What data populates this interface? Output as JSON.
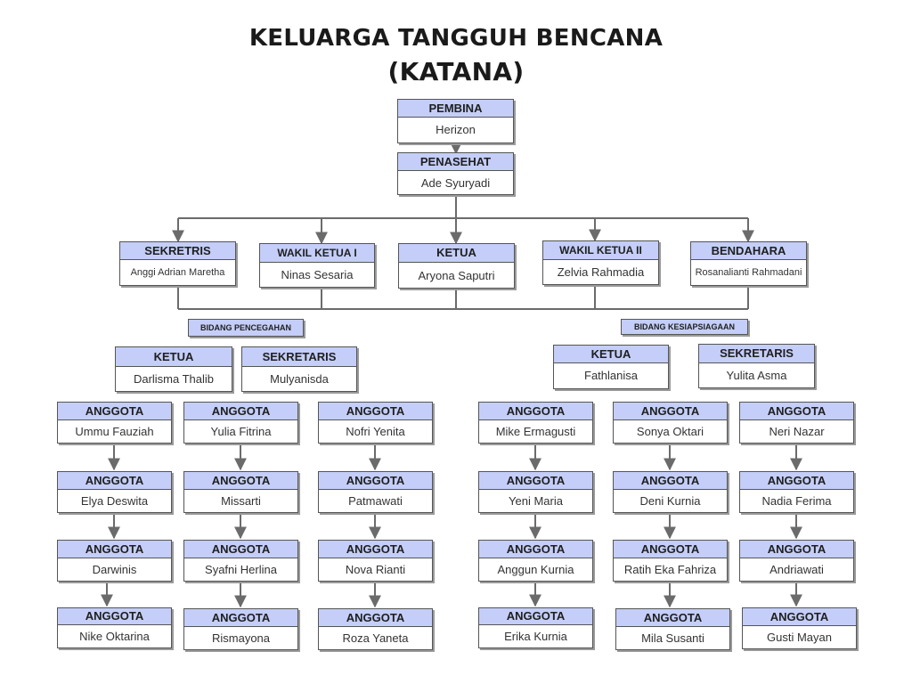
{
  "title_line1": "KELUARGA TANGGUH BENCANA",
  "title_line2": "(KATANA)",
  "colors": {
    "header_fill": "#c4cef8",
    "border": "#555555",
    "connector": "#6b6b6b"
  },
  "pembina": {
    "role": "PEMBINA",
    "name": "Herizon"
  },
  "penasehat": {
    "role": "PENASEHAT",
    "name": "Ade Syuryadi"
  },
  "officers": [
    {
      "role": "SEKRETRIS",
      "name": "Anggi Adrian Maretha"
    },
    {
      "role": "WAKIL KETUA I",
      "name": "Ninas Sesaria"
    },
    {
      "role": "KETUA",
      "name": "Aryona Saputri"
    },
    {
      "role": "WAKIL KETUA II",
      "name": "Zelvia Rahmadia"
    },
    {
      "role": "BENDAHARA",
      "name": "Rosanalianti Rahmadani"
    }
  ],
  "bidang_pencegahan": {
    "label": "BIDANG PENCEGAHAN",
    "ketua": {
      "role": "KETUA",
      "name": "Darlisma Thalib"
    },
    "sekretaris": {
      "role": "SEKRETARIS",
      "name": "Mulyanisda"
    },
    "columns": [
      [
        {
          "role": "ANGGOTA",
          "name": "Ummu Fauziah"
        },
        {
          "role": "ANGGOTA",
          "name": "Elya Deswita"
        },
        {
          "role": "ANGGOTA",
          "name": "Darwinis"
        },
        {
          "role": "ANGGOTA",
          "name": "Nike Oktarina"
        }
      ],
      [
        {
          "role": "ANGGOTA",
          "name": "Yulia Fitrina"
        },
        {
          "role": "ANGGOTA",
          "name": "Missarti"
        },
        {
          "role": "ANGGOTA",
          "name": "Syafni Herlina"
        },
        {
          "role": "ANGGOTA",
          "name": "Rismayona"
        }
      ],
      [
        {
          "role": "ANGGOTA",
          "name": "Nofri Yenita"
        },
        {
          "role": "ANGGOTA",
          "name": "Patmawati"
        },
        {
          "role": "ANGGOTA",
          "name": "Nova Rianti"
        },
        {
          "role": "ANGGOTA",
          "name": "Roza Yaneta"
        }
      ]
    ]
  },
  "bidang_kesiapsiagaan": {
    "label": "BIDANG KESIAPSIAGAAN",
    "ketua": {
      "role": "KETUA",
      "name": "Fathlanisa"
    },
    "sekretaris": {
      "role": "SEKRETARIS",
      "name": "Yulita Asma"
    },
    "columns": [
      [
        {
          "role": "ANGGOTA",
          "name": "Mike Ermagusti"
        },
        {
          "role": "ANGGOTA",
          "name": "Yeni Maria"
        },
        {
          "role": "ANGGOTA",
          "name": "Anggun Kurnia"
        },
        {
          "role": "ANGGOTA",
          "name": "Erika Kurnia"
        }
      ],
      [
        {
          "role": "ANGGOTA",
          "name": "Sonya Oktari"
        },
        {
          "role": "ANGGOTA",
          "name": "Deni Kurnia"
        },
        {
          "role": "ANGGOTA",
          "name": "Ratih Eka Fahriza"
        },
        {
          "role": "ANGGOTA",
          "name": "Mila Susanti"
        }
      ],
      [
        {
          "role": "ANGGOTA",
          "name": "Neri Nazar"
        },
        {
          "role": "ANGGOTA",
          "name": "Nadia Ferima"
        },
        {
          "role": "ANGGOTA",
          "name": "Andriawati"
        },
        {
          "role": "ANGGOTA",
          "name": "Gusti Mayan"
        }
      ]
    ]
  }
}
